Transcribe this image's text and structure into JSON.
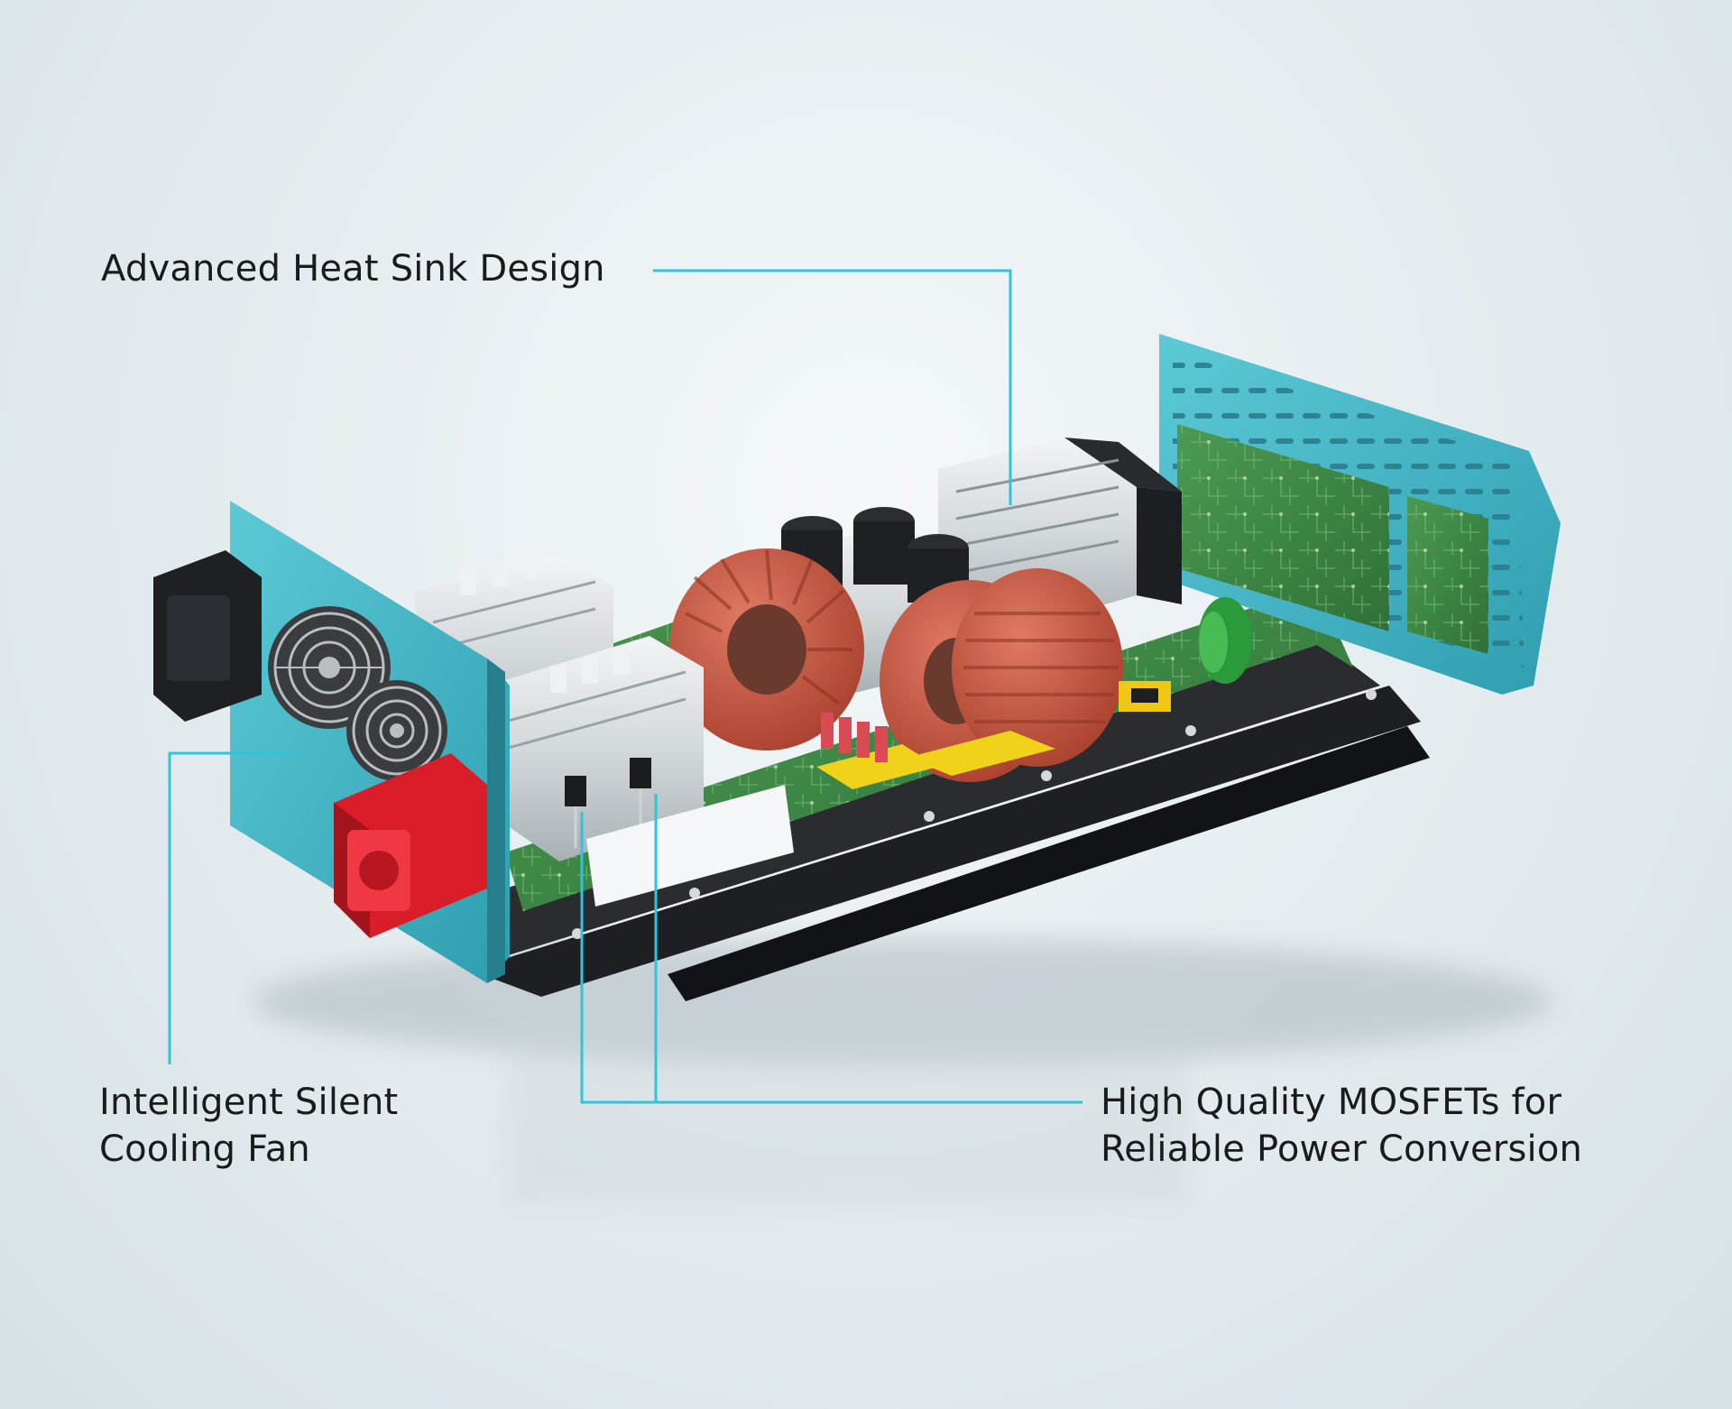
{
  "callouts": {
    "heat_sink": "Advanced Heat Sink Design",
    "cooling_fan": {
      "line1": "Intelligent Silent",
      "line2": "Cooling Fan"
    },
    "mosfets": {
      "line1": "High Quality MOSFETs for",
      "line2": "Reliable Power Conversion"
    }
  },
  "colors": {
    "accent_line": "#2ec4dc",
    "panel_teal": "#3fb4c4",
    "coil_copper": "#c85a44",
    "pcb_green": "#3f8a45",
    "terminal_red": "#e32430",
    "chassis_black": "#1e1f22",
    "capacitor_green": "#2a9a3a",
    "heatsink_silver": "#d8dcdf"
  },
  "icons": [
    "fan-grille-icon",
    "power-outlet-icon",
    "dc-terminal-icon"
  ]
}
